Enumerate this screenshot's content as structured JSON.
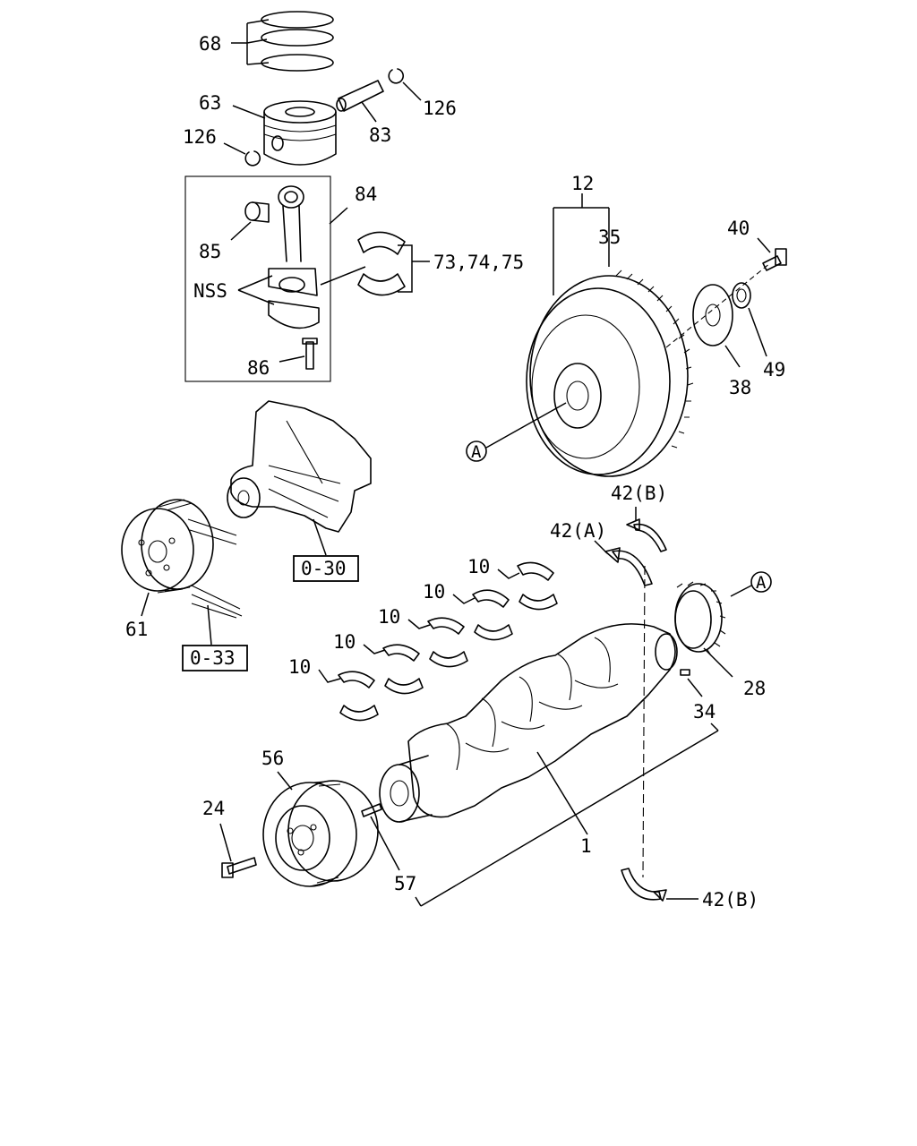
{
  "callouts": {
    "c68": "68",
    "c63": "63",
    "c126a": "126",
    "c126b": "126",
    "c83": "83",
    "c84": "84",
    "c85": "85",
    "c73": "73,74,75",
    "cNSS": "NSS",
    "c86": "86",
    "c12": "12",
    "c35": "35",
    "c40": "40",
    "c38": "38",
    "c49": "49",
    "cA1": "A",
    "cA2": "A",
    "c42B1": "42(B)",
    "c42A": "42(A)",
    "c42B2": "42(B)",
    "c10a": "10",
    "c10b": "10",
    "c10c": "10",
    "c10d": "10",
    "c10e": "10",
    "c28": "28",
    "c34": "34",
    "c61": "61",
    "c56": "56",
    "c24": "24",
    "c57": "57",
    "c1": "1"
  },
  "references": {
    "ref030": "0-30",
    "ref033": "0-33"
  }
}
